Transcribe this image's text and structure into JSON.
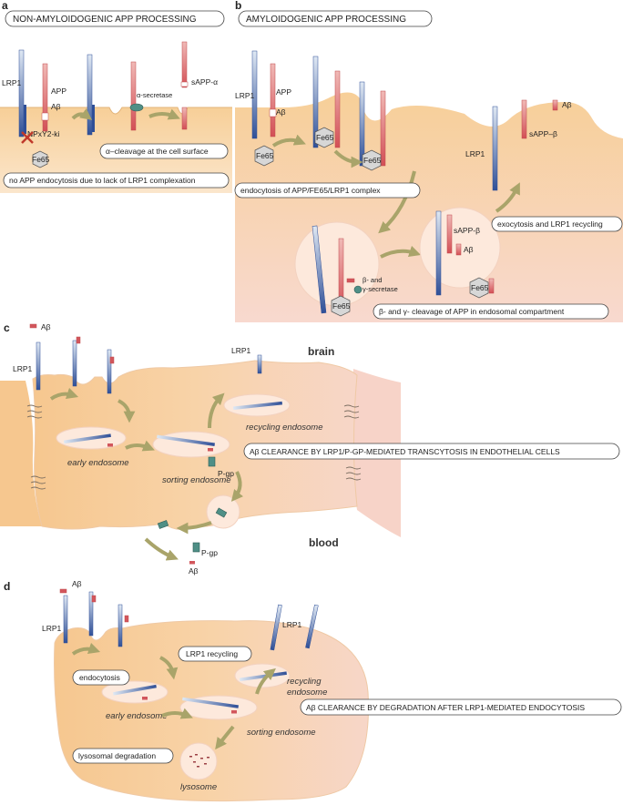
{
  "panels": {
    "a": {
      "letter": "a",
      "title": "NON-AMYLOIDOGENIC APP PROCESSING",
      "labels": {
        "lrp1": "LRP1",
        "app": "APP",
        "abeta": "Aβ",
        "npxy": "NPxY2-ki",
        "alpha_secretase": "α-secretase",
        "sapp_alpha": "sAPP-α",
        "fe65": "Fe65"
      },
      "boxes": {
        "alpha_cleavage": "α–cleavage at the cell surface",
        "no_endocytosis": "no APP endocytosis due to lack of LRP1 complexation"
      }
    },
    "b": {
      "letter": "b",
      "title": "AMYLOIDOGENIC APP PROCESSING",
      "labels": {
        "lrp1": "LRP1",
        "app": "APP",
        "abeta": "Aβ",
        "fe65": "Fe65",
        "abeta_top": "Aβ",
        "sapp_beta_top": "sAPP–β",
        "lrp1_right": "LRP1",
        "sapp_beta_vesicle": "sAPP-β",
        "abeta_vesicle": "Aβ",
        "beta_gamma": "β- and",
        "gamma_secretase": "γ-secretase"
      },
      "boxes": {
        "endocytosis_complex": "endocytosis of APP/FE65/LRP1 complex",
        "exocytosis": "exocytosis and LRP1 recycling",
        "beta_gamma_cleavage": "β- and γ- cleavage of APP in endosomal compartment"
      }
    },
    "c": {
      "letter": "c",
      "labels": {
        "abeta": "Aβ",
        "lrp1_left": "LRP1",
        "lrp1_top": "LRP1",
        "brain": "brain",
        "blood": "blood",
        "early_endosome": "early endosome",
        "sorting_endosome": "sorting endosome",
        "recycling_endosome": "recycling endosome",
        "pgp_1": "P-gp",
        "pgp_2": "P-gp",
        "abeta_bottom": "Aβ"
      },
      "boxes": {
        "clearance": "Aβ CLEARANCE BY LRP1/P-GP-MEDIATED TRANSCYTOSIS IN ENDOTHELIAL CELLS"
      }
    },
    "d": {
      "letter": "d",
      "labels": {
        "abeta": "Aβ",
        "lrp1_left": "LRP1",
        "lrp1_right": "LRP1",
        "early_endosome": "early endosome",
        "sorting_endosome": "sorting endosome",
        "recycling_endosome_1": "recycling",
        "recycling_endosome_2": "endosome",
        "lysosome": "lysosome"
      },
      "boxes": {
        "lrp1_recycling": "LRP1 recycling",
        "endocytosis": "endocytosis",
        "lysosomal_degradation": "lysosomal degradation",
        "clearance": "Aβ CLEARANCE BY DEGRADATION AFTER LRP1-MEDIATED ENDOCYTOSIS"
      }
    }
  },
  "colors": {
    "cell": "#f6cf9b",
    "cell_light": "#fbe3c4",
    "vesicle": "#fdeee0",
    "lrp1": "#3f5b9e",
    "app": "#d2565c",
    "pgp": "#4f8f86",
    "arrow": "#a9a46a"
  }
}
